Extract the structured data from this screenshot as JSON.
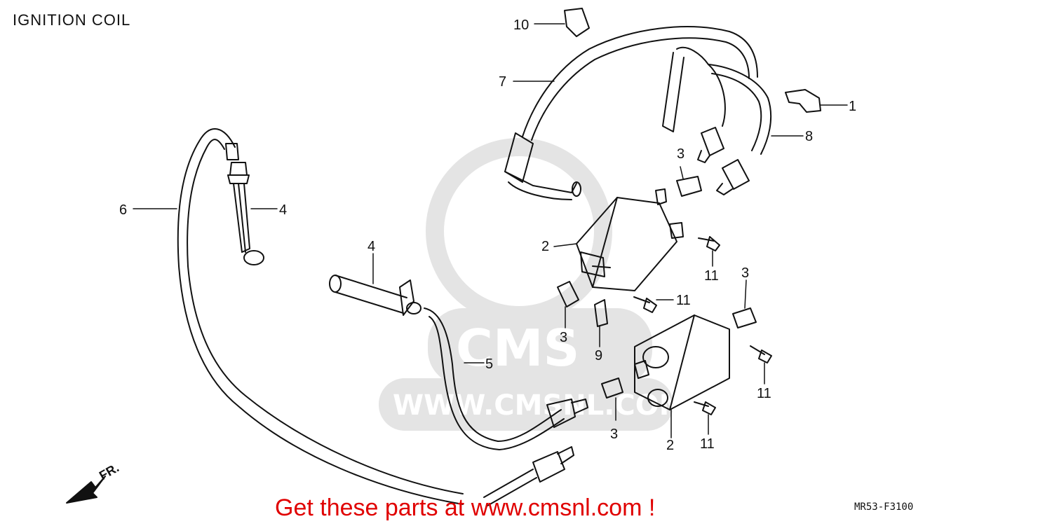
{
  "diagram": {
    "title": "IGNITION COIL",
    "drawing_code": "MR53-F3100",
    "promo_text": "Get these parts at www.cmsnl.com !",
    "promo_color": "#e00000",
    "direction_label": "FR.",
    "watermark": {
      "logo_text": "CMS",
      "url_text": "WWW.CMSNL.COM",
      "color": "#e2e2e2"
    },
    "callouts": [
      {
        "id": "c1",
        "text": "1"
      },
      {
        "id": "c2a",
        "text": "2"
      },
      {
        "id": "c2b",
        "text": "2"
      },
      {
        "id": "c3a",
        "text": "3"
      },
      {
        "id": "c3b",
        "text": "3"
      },
      {
        "id": "c3c",
        "text": "3"
      },
      {
        "id": "c3d",
        "text": "3"
      },
      {
        "id": "c4a",
        "text": "4"
      },
      {
        "id": "c4b",
        "text": "4"
      },
      {
        "id": "c5",
        "text": "5"
      },
      {
        "id": "c6",
        "text": "6"
      },
      {
        "id": "c7",
        "text": "7"
      },
      {
        "id": "c8",
        "text": "8"
      },
      {
        "id": "c9",
        "text": "9"
      },
      {
        "id": "c10",
        "text": "10"
      },
      {
        "id": "c11a",
        "text": "11"
      },
      {
        "id": "c11b",
        "text": "11"
      },
      {
        "id": "c11c",
        "text": "11"
      },
      {
        "id": "c11d",
        "text": "11"
      }
    ]
  }
}
